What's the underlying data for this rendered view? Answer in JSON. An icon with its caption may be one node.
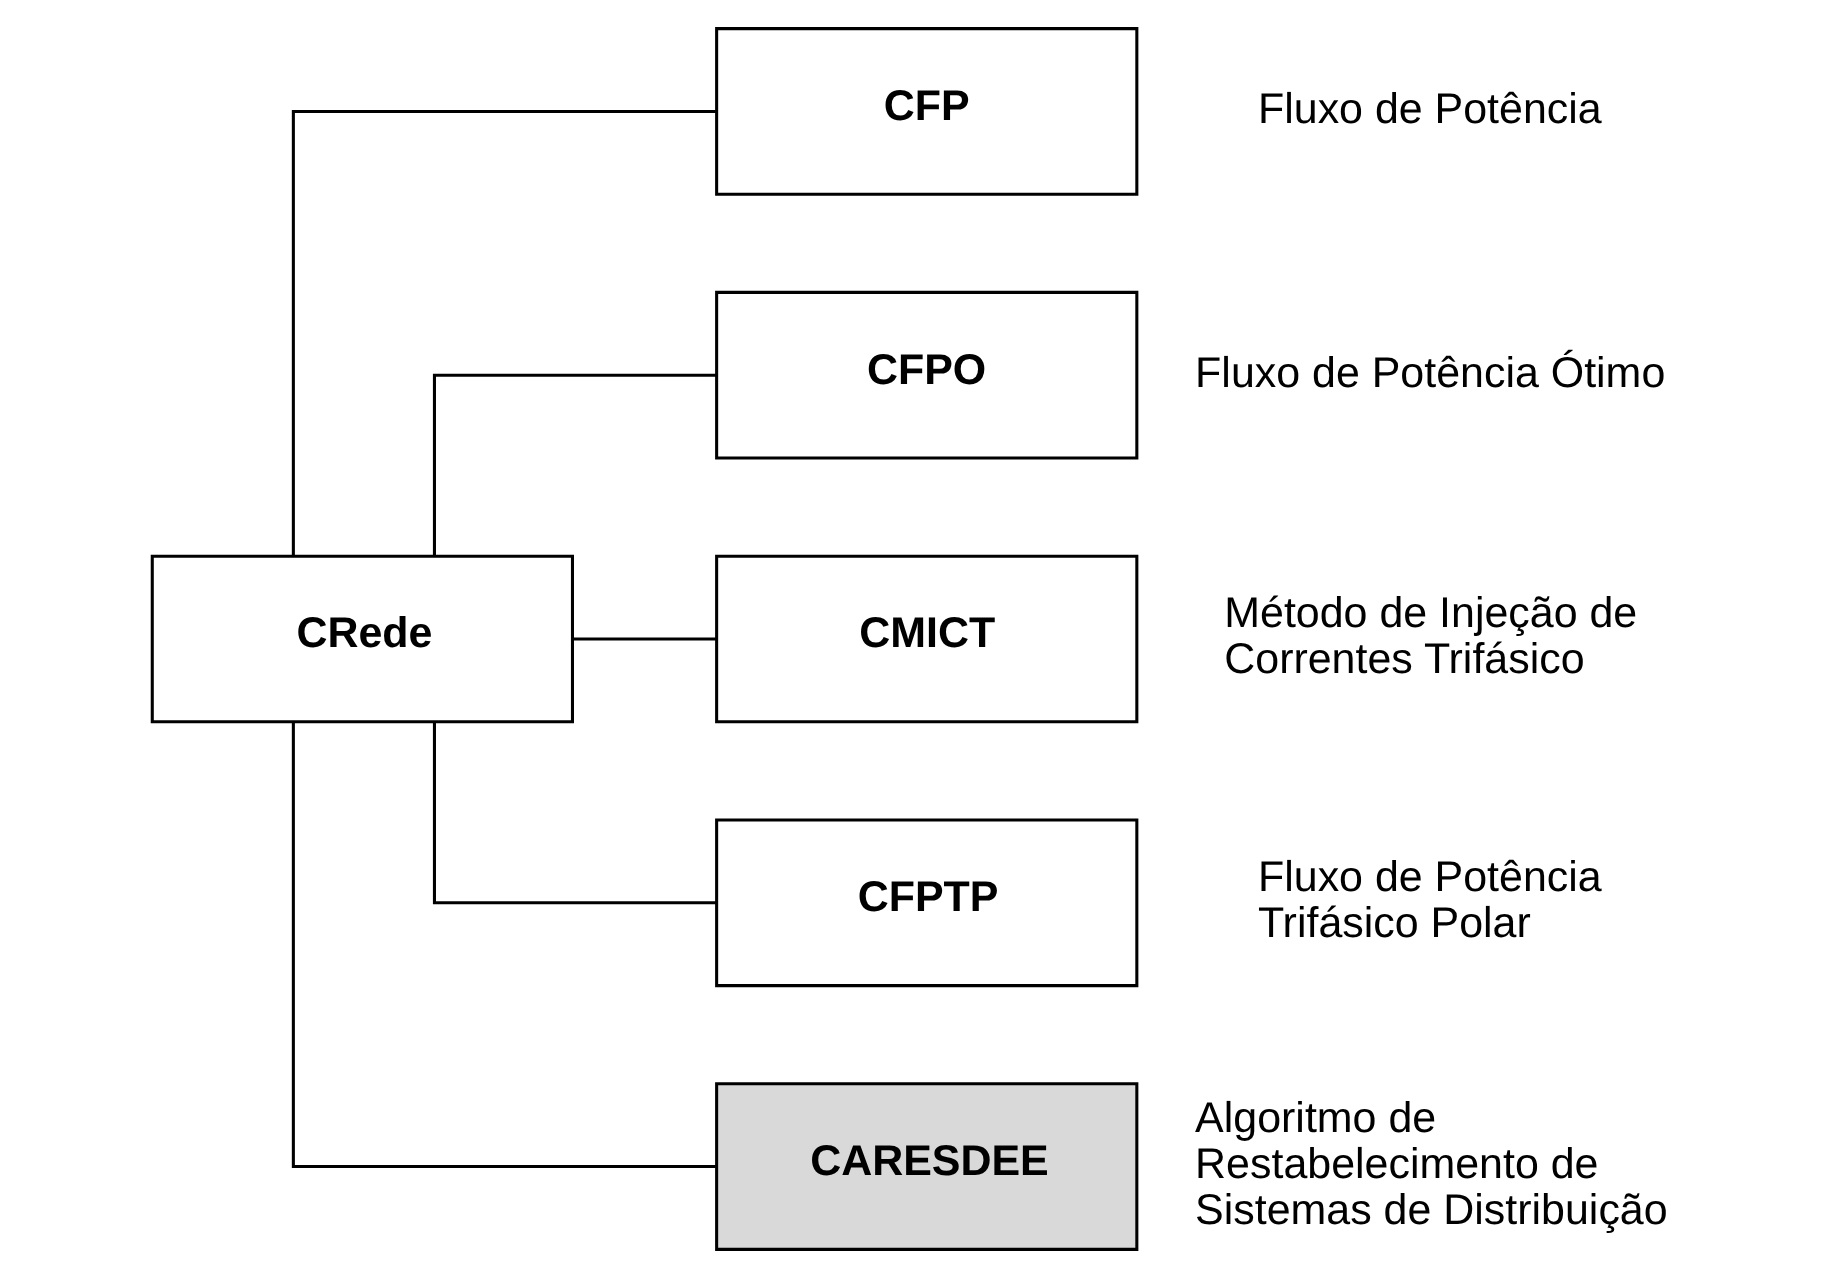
{
  "diagram": {
    "nodes": [
      {
        "text": [
          "CRede"
        ]
      },
      {
        "text": [
          "CFP"
        ],
        "beside": [
          "Fluxo de Potência"
        ]
      },
      {
        "text": [
          "CFPO"
        ],
        "beside": [
          "Fluxo de Potência Ótimo"
        ]
      },
      {
        "text": [
          "CMICT"
        ],
        "beside": [
          "Método de Injeção de Correntes Trifásico"
        ]
      },
      {
        "text": [
          "CFPTP"
        ],
        "beside": [
          "Fluxo de Potência Trifásico Polar"
        ]
      },
      {
        "text": [
          "CARESDEE"
        ],
        "beside": [
          "Algoritmo de Restabelecimento de Sistemas de Distribuição"
        ]
      }
    ],
    "edges": [
      {
        "from": 0,
        "to": 1,
        "arrow": "none"
      },
      {
        "from": 0,
        "to": 2,
        "arrow": "none"
      },
      {
        "from": 0,
        "to": 3,
        "arrow": "none"
      },
      {
        "from": 0,
        "to": 4,
        "arrow": "none"
      },
      {
        "from": 0,
        "to": 5,
        "arrow": "none"
      }
    ]
  }
}
